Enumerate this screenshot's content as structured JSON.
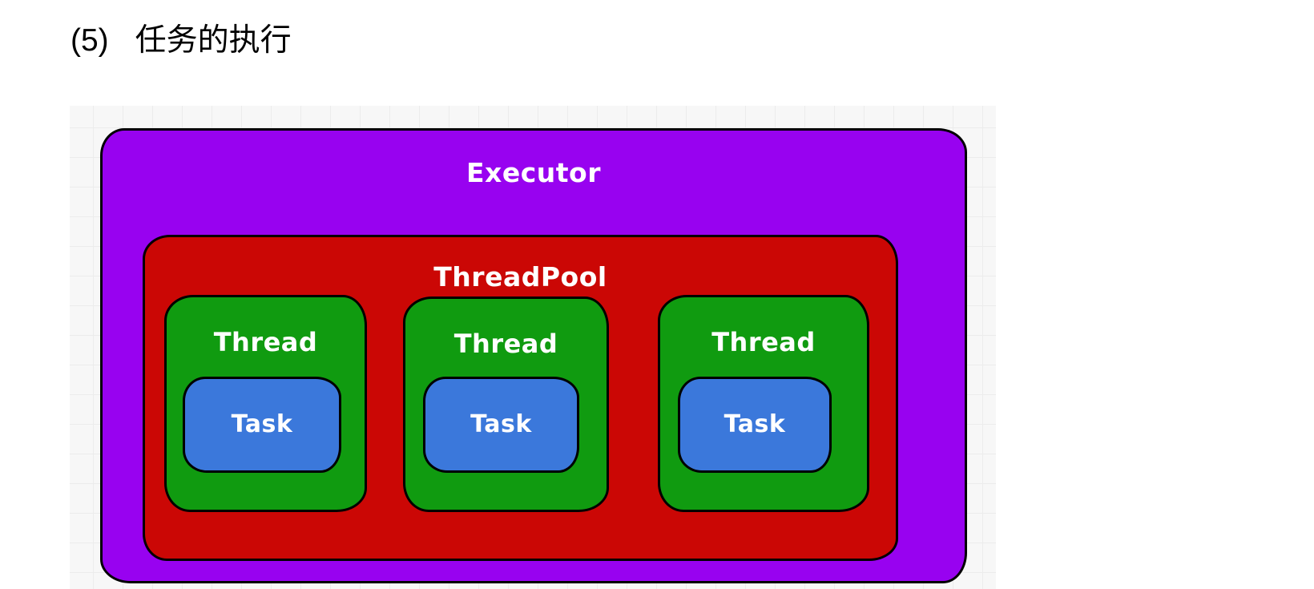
{
  "page": {
    "heading": {
      "index": "(5)",
      "text": "任务的执行"
    }
  },
  "colors": {
    "executor_fill": "#9802f0",
    "threadpool_fill": "#cb0705",
    "thread_fill": "#109b10",
    "task_fill": "#3b78db",
    "box_border": "#000000",
    "label_text": "#ffffff",
    "heading_text": "#000000",
    "grid_background": "#f7f7f7",
    "grid_line": "#ececec"
  },
  "diagram": {
    "executor": {
      "label": "Executor"
    },
    "threadpool": {
      "label": "ThreadPool"
    },
    "threads": [
      {
        "label": "Thread",
        "task": {
          "label": "Task"
        }
      },
      {
        "label": "Thread",
        "task": {
          "label": "Task"
        }
      },
      {
        "label": "Thread",
        "task": {
          "label": "Task"
        }
      }
    ]
  }
}
